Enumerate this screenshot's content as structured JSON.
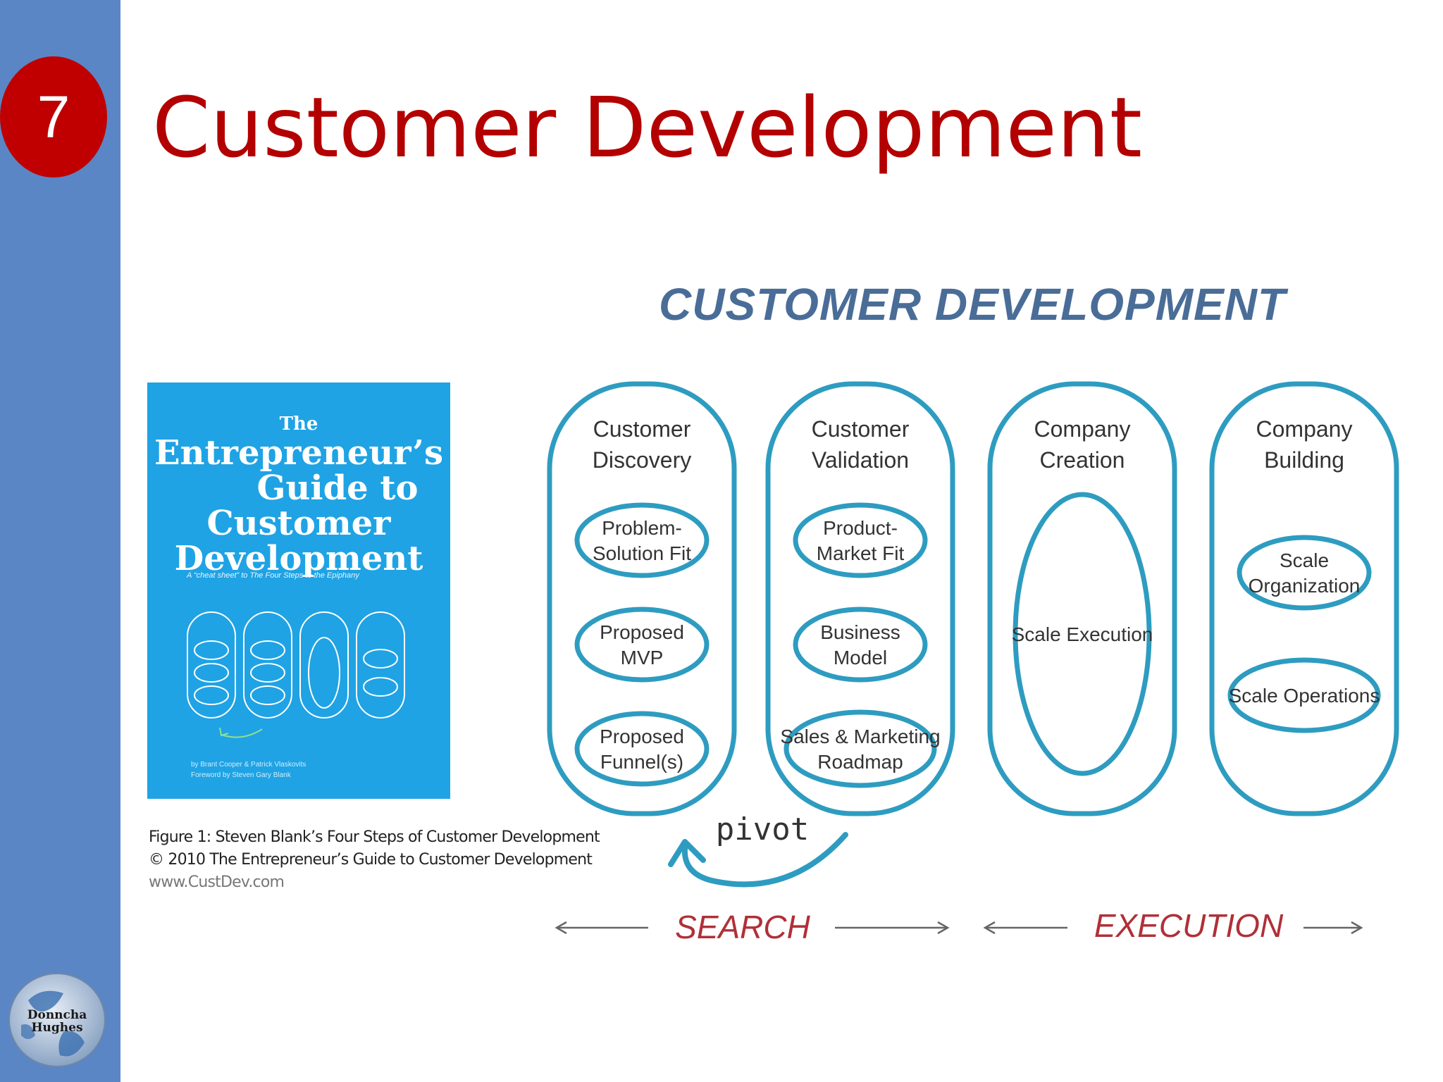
{
  "slide": {
    "number": "7",
    "title": "Customer Development",
    "logo_text": [
      "Donncha",
      "Hughes"
    ]
  },
  "book": {
    "title_the": "The",
    "title_lines": [
      "Entrepreneur’s",
      "Guide to",
      "Customer",
      "Development"
    ],
    "subtitle": "A “cheat sheet” to The Four Steps to the Epiphany",
    "credits": [
      "by Brant Cooper & Patrick Vlaskovits",
      "Foreword by Steven Gary Blank"
    ]
  },
  "caption": {
    "line1": "Figure 1: Steven Blank’s Four Steps of Customer Development",
    "line2": "© 2010 The Entrepreneur’s Guide to Customer Development",
    "url": "www.CustDev.com"
  },
  "diagram": {
    "title": "CUSTOMER DEVELOPMENT",
    "stages": [
      {
        "name": [
          "Customer",
          "Discovery"
        ],
        "items": [
          [
            "Problem-",
            "Solution Fit"
          ],
          [
            "Proposed",
            "MVP"
          ],
          [
            "Proposed",
            "Funnel(s)"
          ]
        ]
      },
      {
        "name": [
          "Customer",
          "Validation"
        ],
        "items": [
          [
            "Product-",
            "Market Fit"
          ],
          [
            "Business",
            "Model"
          ],
          [
            "Sales & Marketing",
            "Roadmap"
          ]
        ]
      },
      {
        "name": [
          "Company",
          "Creation"
        ],
        "items": [
          [
            "Scale Execution"
          ]
        ]
      },
      {
        "name": [
          "Company",
          "Building"
        ],
        "items": [
          [
            "Scale",
            "Organization"
          ],
          [
            "Scale Operations"
          ]
        ]
      }
    ],
    "pivot_label": "pivot",
    "search_label": "SEARCH",
    "execution_label": "EXECUTION"
  },
  "colors": {
    "sidebar": "#5b86c5",
    "badge": "#c00000",
    "title": "#b30000",
    "book": "#1fa3e4",
    "diagram_stroke": "#2e9cc0",
    "diagram_title": "#4a6d98",
    "phase_label": "#b03038"
  }
}
